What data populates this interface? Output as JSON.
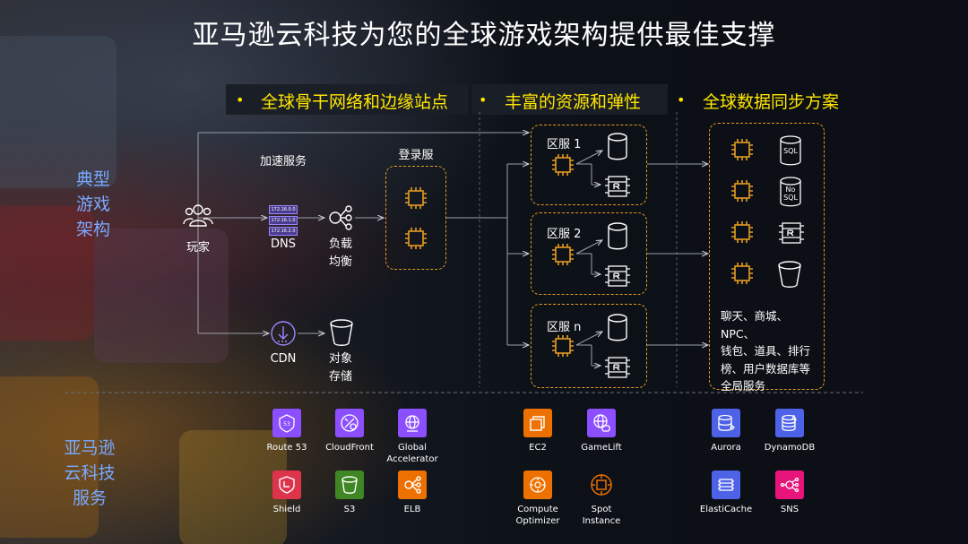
{
  "title": "亚马逊云科技为您的全球游戏架构提供最佳支撑",
  "columns": [
    {
      "heading": "全球骨干网络和边缘站点"
    },
    {
      "heading": "丰富的资源和弹性"
    },
    {
      "heading": "全球数据同步方案"
    }
  ],
  "bullet": "•",
  "side_labels": {
    "architecture": [
      "典型",
      "游戏",
      "架构"
    ],
    "services": [
      "亚马逊",
      "云科技",
      "服务"
    ]
  },
  "diagram": {
    "players": "玩家",
    "accel": "加速服务",
    "dns": "DNS",
    "dns_ips": [
      "172.16.0.0",
      "172.16.1.0",
      "172.16.2.0"
    ],
    "lb": [
      "负载",
      "均衡"
    ],
    "cdn": "CDN",
    "storage": [
      "对象",
      "存储"
    ],
    "login": "登录服",
    "regions": [
      "区服 1",
      "区服 2",
      "区服 n"
    ],
    "db_sql": "SQL",
    "db_nosql": [
      "No",
      "SQL"
    ],
    "global_note": [
      "聊天、商城、NPC、",
      "钱包、道具、排行",
      "榜、用户数据库等",
      "全局服务"
    ]
  },
  "services": [
    {
      "name": "Route 53",
      "color": "#8c4fff"
    },
    {
      "name": "CloudFront",
      "color": "#8c4fff"
    },
    {
      "name": "Global\nAccelerator",
      "color": "#8c4fff"
    },
    {
      "name": "Shield",
      "color": "#dd344c"
    },
    {
      "name": "S3",
      "color": "#3f8624"
    },
    {
      "name": "ELB",
      "color": "#ed7100"
    },
    {
      "name": "EC2",
      "color": "#ed7100"
    },
    {
      "name": "GameLift",
      "color": "#8c4fff"
    },
    {
      "name": "Compute\nOptimizer",
      "color": "#ed7100"
    },
    {
      "name": "Spot\nInstance",
      "color": "#ed7100"
    },
    {
      "name": "Aurora",
      "color": "#4d62e6"
    },
    {
      "name": "DynamoDB",
      "color": "#4d62e6"
    },
    {
      "name": "ElastiCache",
      "color": "#4d62e6"
    },
    {
      "name": "SNS",
      "color": "#e7157b"
    }
  ],
  "colors": {
    "accent_yellow": "#ffe600",
    "chip_orange": "#e59b20",
    "side_blue": "#7aa9ff"
  }
}
